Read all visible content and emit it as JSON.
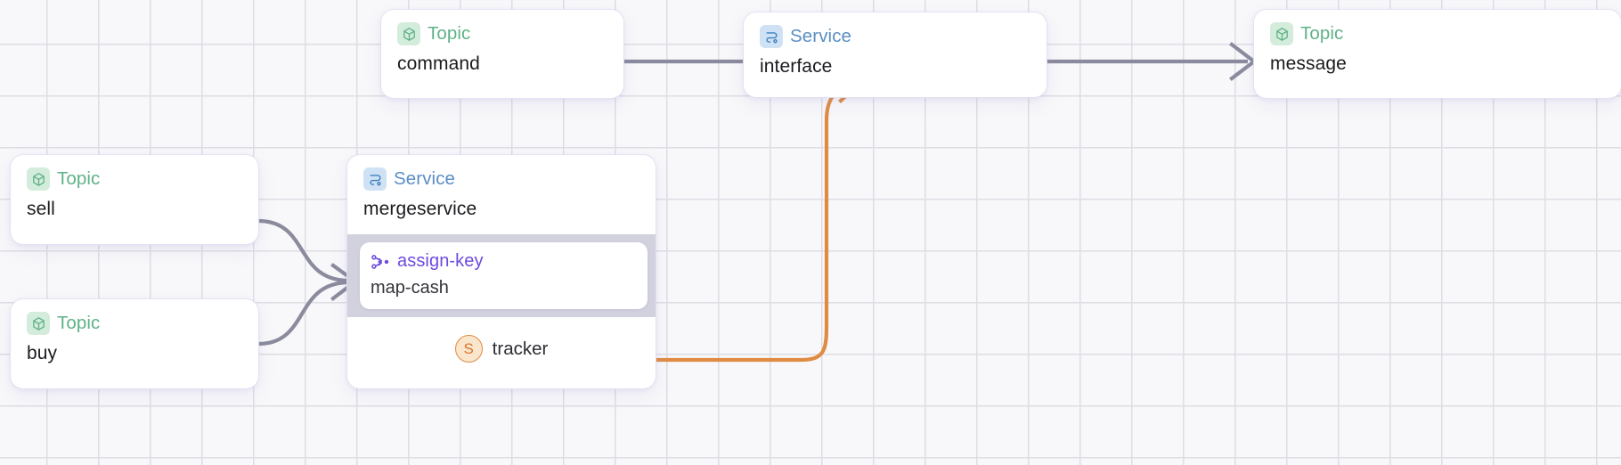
{
  "canvas": {
    "grid_color": "#dddde4",
    "background_color": "#f8f8fa",
    "edge_color": "#8b8b9e",
    "highlight_edge_color": "#e08b43"
  },
  "nodes": [
    {
      "id": "command",
      "kind": "Topic",
      "kind_icon": "cube-icon",
      "name": "command",
      "accent": "#5fb287"
    },
    {
      "id": "interface",
      "kind": "Service",
      "kind_icon": "route-icon",
      "name": "interface",
      "accent": "#5b8ec4"
    },
    {
      "id": "message",
      "kind": "Topic",
      "kind_icon": "cube-icon",
      "name": "message",
      "accent": "#5fb287"
    },
    {
      "id": "sell",
      "kind": "Topic",
      "kind_icon": "cube-icon",
      "name": "sell",
      "accent": "#5fb287"
    },
    {
      "id": "buy",
      "kind": "Topic",
      "kind_icon": "cube-icon",
      "name": "buy",
      "accent": "#5fb287"
    },
    {
      "id": "mergeservice",
      "kind": "Service",
      "kind_icon": "route-icon",
      "name": "mergeservice",
      "accent": "#5b8ec4",
      "child": {
        "kind": "assign-key",
        "kind_icon": "merge-nodes-icon",
        "name": "map-cash",
        "accent": "#6d4ae0"
      },
      "tracker": {
        "avatar_letter": "S",
        "label": "tracker",
        "accent": "#d9762a"
      }
    }
  ],
  "edges": [
    {
      "from": "command",
      "to": "interface",
      "color": "#8b8b9e"
    },
    {
      "from": "interface",
      "to": "message",
      "color": "#8b8b9e"
    },
    {
      "from": "sell",
      "to": "assign-key",
      "color": "#8b8b9e"
    },
    {
      "from": "buy",
      "to": "assign-key",
      "color": "#8b8b9e"
    },
    {
      "from": "tracker",
      "to": "interface",
      "color": "#e08b43"
    }
  ]
}
